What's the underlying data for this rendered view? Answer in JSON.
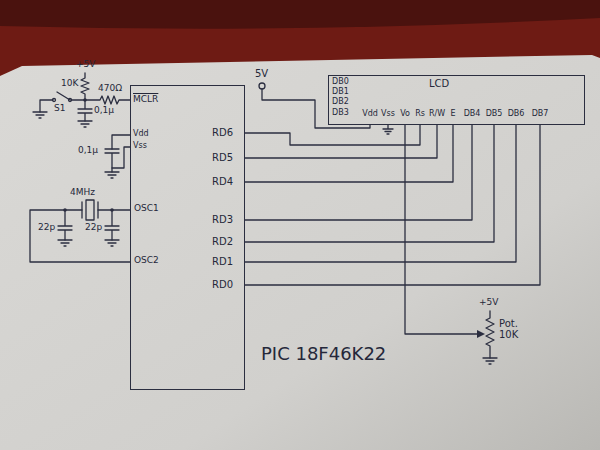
{
  "diagram": {
    "nodes": [
      {
        "text": [
          "PIC 18F46K22"
        ]
      },
      {
        "text": [
          "LCD"
        ]
      }
    ],
    "edges": [
      {
        "from": 0,
        "to": 1,
        "arrow": "none"
      },
      {
        "from": 0,
        "to": 1,
        "arrow": "none"
      },
      {
        "from": 0,
        "to": 1,
        "arrow": "none"
      },
      {
        "from": 0,
        "to": 1,
        "arrow": "none"
      },
      {
        "from": 0,
        "to": 1,
        "arrow": "none"
      },
      {
        "from": 0,
        "to": 1,
        "arrow": "none"
      },
      {
        "from": 0,
        "to": 1,
        "arrow": "none"
      }
    ],
    "labels": [
      "+5V",
      "10K",
      "S1",
      "470Ω",
      "MCLR",
      "0,1µ",
      "Vdd",
      "Vss",
      "0,1µ",
      "4MHz",
      "22p",
      "22p",
      "OSC1",
      "OSC2",
      "RD6",
      "RD5",
      "RD4",
      "RD3",
      "RD2",
      "RD1",
      "RD0",
      "5V",
      "DB0",
      "DB1",
      "DB2",
      "DB3",
      "Vdd",
      "Vss",
      "Vo",
      "Rs",
      "R/W",
      "E",
      "DB4",
      "DB5",
      "DB6",
      "DB7",
      "+5V",
      "Pot. 10K"
    ]
  }
}
